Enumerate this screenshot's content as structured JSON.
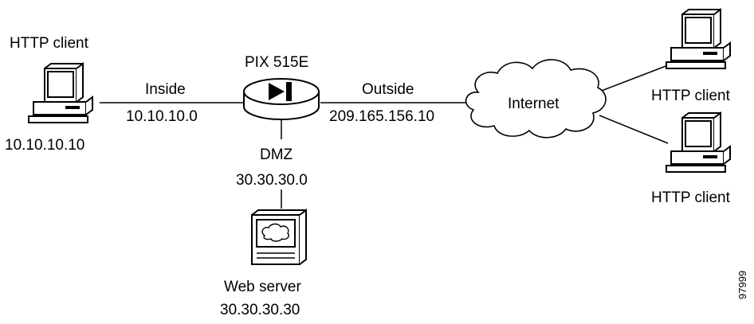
{
  "labels": {
    "client_left_name": "HTTP client",
    "client_left_ip": "10.10.10.10",
    "inside_name": "Inside",
    "inside_net": "10.10.10.0",
    "firewall_name": "PIX 515E",
    "outside_name": "Outside",
    "outside_ip": "209.165.156.10",
    "internet": "Internet",
    "client_right_top": "HTTP client",
    "client_right_bottom": "HTTP client",
    "dmz_name": "DMZ",
    "dmz_net": "30.30.30.0",
    "web_server_name": "Web server",
    "web_server_ip": "30.30.30.30",
    "figure_number": "97999"
  },
  "colors": {
    "line": "#000000",
    "fill": "#ffffff",
    "screen": "#ffffff"
  }
}
